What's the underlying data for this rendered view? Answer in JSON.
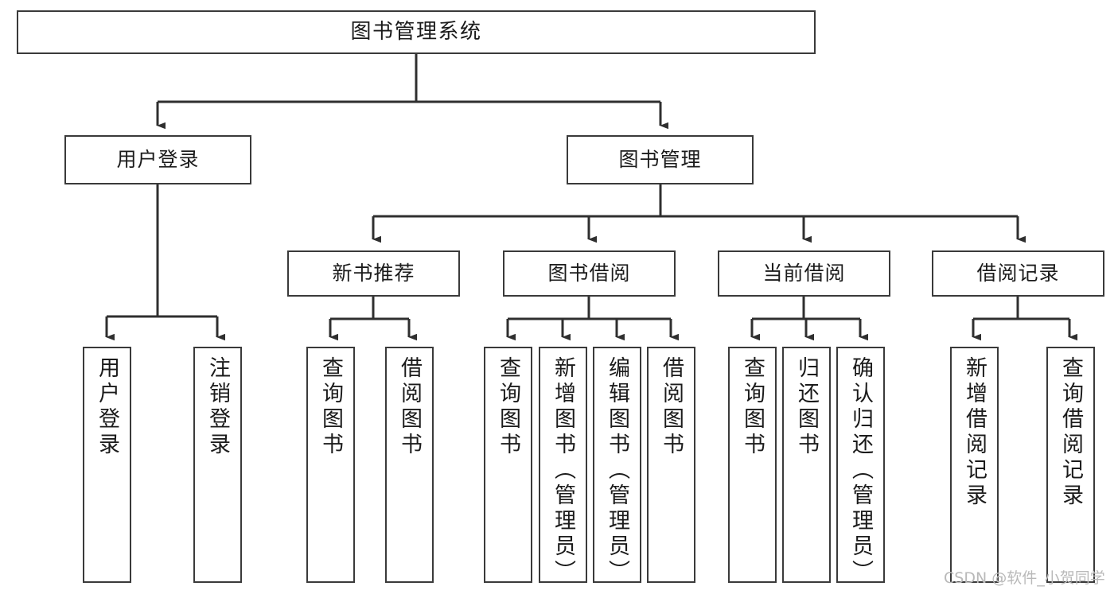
{
  "diagram": {
    "type": "tree-hierarchy-chart",
    "title_text": "图书管理系统",
    "watermark": "CSDN @软件_小贺同学",
    "colors": {
      "background": "#ffffff",
      "box_border": "#3a3a3a",
      "box_fill": "#ffffff",
      "edge": "#2f2f2f",
      "text": "#1b1b1b",
      "watermark": "#b9b9b9"
    },
    "levels": {
      "level1": "root",
      "level2": "modules",
      "level3": "sub-modules",
      "level4": "leaf-operations"
    },
    "nodes": {
      "root": {
        "label": "图书管理系统"
      },
      "user_login": {
        "label": "用户登录"
      },
      "book_manage": {
        "label": "图书管理"
      },
      "new_book_rec": {
        "label": "新书推荐"
      },
      "book_borrow": {
        "label": "图书借阅"
      },
      "current_borrow": {
        "label": "当前借阅"
      },
      "borrow_record": {
        "label": "借阅记录"
      },
      "leaf_user_login": {
        "label": "用户登录"
      },
      "leaf_user_logout": {
        "label": "注销登录"
      },
      "leaf_query_book_a": {
        "label": "查询图书"
      },
      "leaf_borrow_book_a": {
        "label": "借阅图书"
      },
      "leaf_query_book_b": {
        "label": "查询图书"
      },
      "leaf_add_book": {
        "label": "新增图书（管理员）"
      },
      "leaf_edit_book": {
        "label": "编辑图书（管理员）"
      },
      "leaf_borrow_book_b": {
        "label": "借阅图书"
      },
      "leaf_query_book_c": {
        "label": "查询图书"
      },
      "leaf_return_book": {
        "label": "归还图书"
      },
      "leaf_confirm_return": {
        "label": "确认归还（管理员）"
      },
      "leaf_add_record": {
        "label": "新增借阅记录"
      },
      "leaf_query_record": {
        "label": "查询借阅记录"
      }
    },
    "edges": [
      {
        "from": "root",
        "to": "user_login"
      },
      {
        "from": "root",
        "to": "book_manage"
      },
      {
        "from": "user_login",
        "to": "leaf_user_login"
      },
      {
        "from": "user_login",
        "to": "leaf_user_logout"
      },
      {
        "from": "book_manage",
        "to": "new_book_rec"
      },
      {
        "from": "book_manage",
        "to": "book_borrow"
      },
      {
        "from": "book_manage",
        "to": "current_borrow"
      },
      {
        "from": "book_manage",
        "to": "borrow_record"
      },
      {
        "from": "new_book_rec",
        "to": "leaf_query_book_a"
      },
      {
        "from": "new_book_rec",
        "to": "leaf_borrow_book_a"
      },
      {
        "from": "book_borrow",
        "to": "leaf_query_book_b"
      },
      {
        "from": "book_borrow",
        "to": "leaf_add_book"
      },
      {
        "from": "book_borrow",
        "to": "leaf_edit_book"
      },
      {
        "from": "book_borrow",
        "to": "leaf_borrow_book_b"
      },
      {
        "from": "current_borrow",
        "to": "leaf_query_book_c"
      },
      {
        "from": "current_borrow",
        "to": "leaf_return_book"
      },
      {
        "from": "current_borrow",
        "to": "leaf_confirm_return"
      },
      {
        "from": "borrow_record",
        "to": "leaf_add_record"
      },
      {
        "from": "borrow_record",
        "to": "leaf_query_record"
      }
    ]
  }
}
